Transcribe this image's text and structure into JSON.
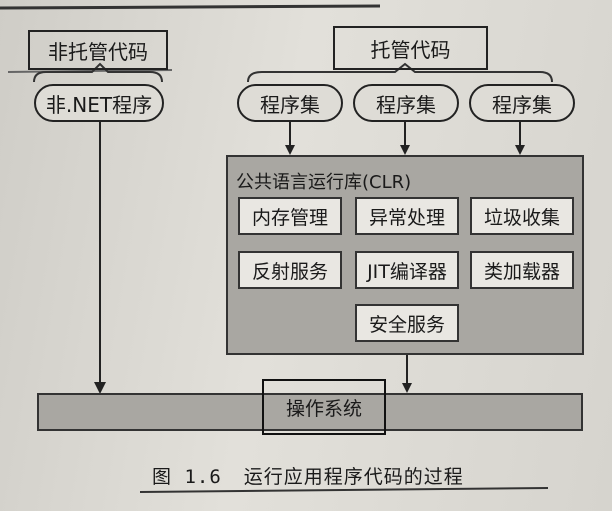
{
  "unmanaged_code_label": "非托管代码",
  "managed_code_label": "托管代码",
  "non_net_program_label": "非.NET程序",
  "assemblies": [
    "程序集",
    "程序集",
    "程序集"
  ],
  "clr": {
    "title": "公共语言运行库(CLR)",
    "services": [
      "内存管理",
      "异常处理",
      "垃圾收集",
      "反射服务",
      "JIT编译器",
      "类加载器",
      "安全服务"
    ]
  },
  "os_label": "操作系统",
  "caption": {
    "number": "图 1.6",
    "text": "运行应用程序代码的过程"
  }
}
